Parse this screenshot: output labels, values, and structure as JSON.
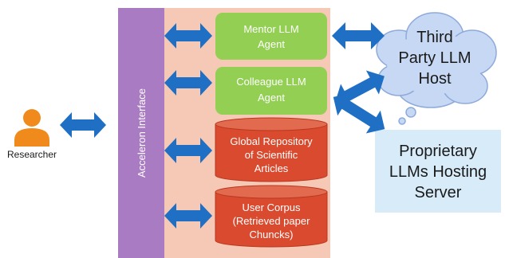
{
  "interface": {
    "label": "Acceleron Interface"
  },
  "researcher": {
    "label": "Researcher"
  },
  "agents": {
    "mentor": {
      "line1": "Mentor LLM",
      "line2": "Agent"
    },
    "colleague": {
      "line1": "Colleague LLM",
      "line2": "Agent"
    }
  },
  "databases": {
    "global_repository": {
      "line1": "Global Repository",
      "line2": "of Scientific",
      "line3": "Articles"
    },
    "user_corpus": {
      "line1": "User Corpus",
      "line2": "(Retrieved paper",
      "line3": "Chuncks)"
    }
  },
  "third_party_host": {
    "line1": "Third",
    "line2": "Party LLM",
    "line3": "Host"
  },
  "proprietary_server": {
    "line1": "Proprietary",
    "line2": "LLMs Hosting",
    "line3": "Server"
  },
  "colors": {
    "interface_bar": "#a97bc2",
    "panel": "#f6c9b7",
    "agent_box": "#92cf52",
    "database": "#d94a2f",
    "arrow": "#1f6fc5",
    "cloud": "#c6d8f3",
    "server_box": "#d7ebf8",
    "person": "#f08a1c"
  }
}
